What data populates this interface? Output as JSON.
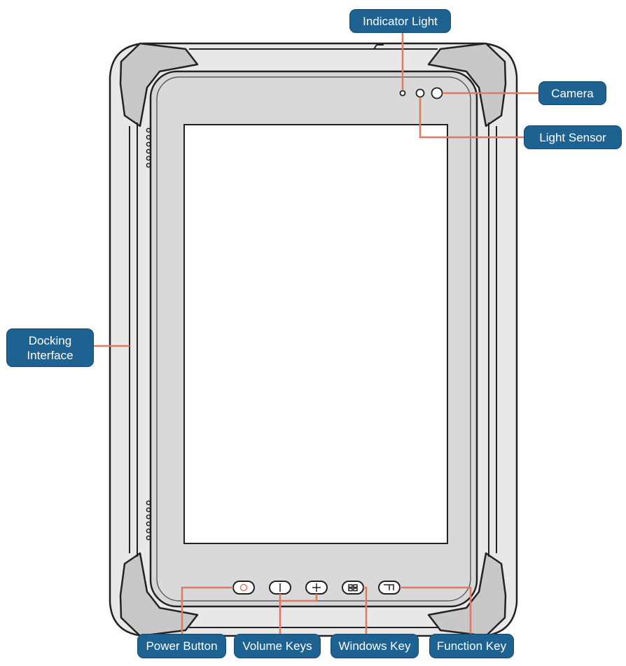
{
  "callouts": {
    "indicator_light": "Indicator Light",
    "camera": "Camera",
    "light_sensor": "Light Sensor",
    "docking_interface": "Docking\nInterface",
    "power_button": "Power Button",
    "volume_keys": "Volume Keys",
    "windows_key": "Windows Key",
    "function_key": "Function Key"
  },
  "colors": {
    "callout_bg": "#1d6291",
    "leader_line": "#e07a5f",
    "device_body": "#d9d9d9",
    "device_outline": "#222222",
    "screen": "#ffffff"
  }
}
